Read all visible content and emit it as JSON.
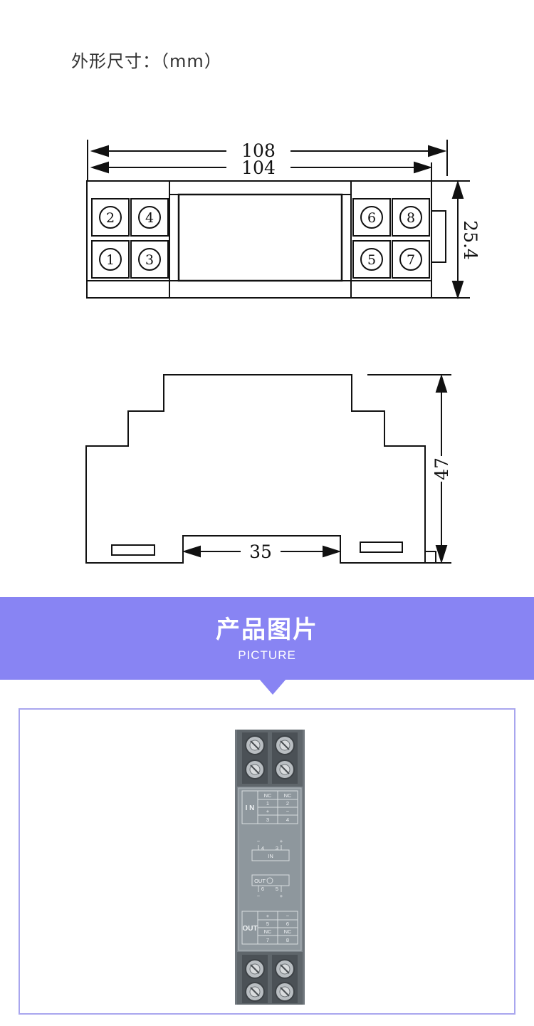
{
  "dimensions": {
    "title": "外形尺寸：（mm）",
    "front": {
      "overall_width": "108",
      "body_width": "104",
      "height": "25.4",
      "terminals_left": [
        "2",
        "4",
        "1",
        "3"
      ],
      "terminals_right": [
        "6",
        "8",
        "5",
        "7"
      ]
    },
    "side": {
      "rail_width": "35",
      "height": "47"
    }
  },
  "section": {
    "title": "产品图片",
    "subtitle": "PICTURE"
  },
  "product": {
    "in_label": "I N",
    "out_label": "OUT",
    "in_table": [
      [
        "NC",
        "NC"
      ],
      [
        "1",
        "2"
      ],
      [
        "+",
        "−"
      ],
      [
        "3",
        "4"
      ]
    ],
    "out_table": [
      [
        "+",
        "−"
      ],
      [
        "5",
        "6"
      ],
      [
        "NC",
        "NC"
      ],
      [
        "7",
        "8"
      ]
    ],
    "in_pins": [
      "4",
      "3"
    ],
    "out_pins": [
      "6",
      "5"
    ],
    "in_mark": "IN",
    "out_mark": "OUT",
    "minus": "−",
    "plus": "+"
  },
  "colors": {
    "banner": "#8884f3",
    "frame_border": "#a9a6ee",
    "device_body": "#7d858b",
    "device_panel": "#8e979d"
  }
}
